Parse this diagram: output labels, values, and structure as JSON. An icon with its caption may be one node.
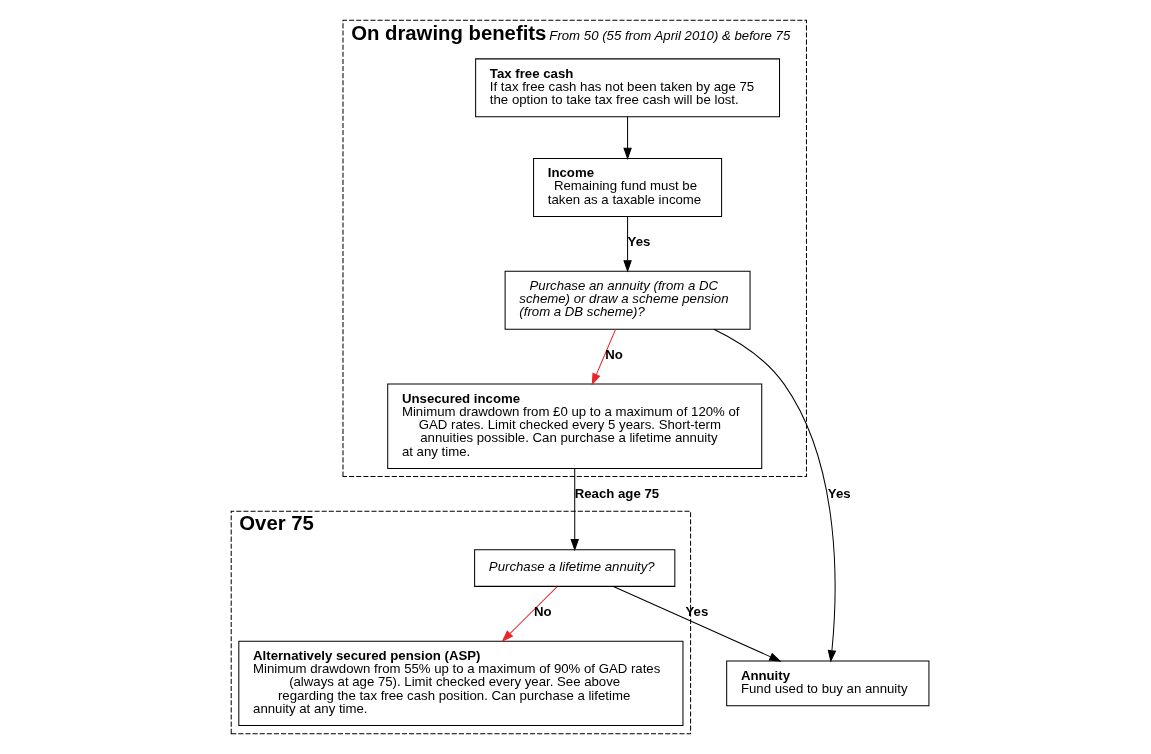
{
  "diagram": {
    "nodes": [
      {
        "text": [
          "On drawing benefits",
          "From 50 (55 from April 2010) & before 75"
        ]
      },
      {
        "text": [
          "Tax free cash",
          "If tax free cash has not been taken by age 75 the option to take tax free cash will be lost."
        ],
        "in": 0
      },
      {
        "text": [
          "Income",
          "Remaining fund must be taken as a taxable income"
        ],
        "in": 0
      },
      {
        "text": [
          "Purchase an annuity (from a DC scheme) or draw a scheme pension (from a DB scheme)?"
        ],
        "in": 0
      },
      {
        "text": [
          "Unsecured income",
          "Minimum drawdown from £0 up to a maximum of 120% of GAD rates. Limit checked every 5 years. Short-term annuities possible. Can purchase a lifetime annuity at any time."
        ],
        "in": 0
      },
      {
        "text": [
          "Over 75"
        ]
      },
      {
        "text": [
          "Annuity",
          "Fund used to buy an annuity"
        ]
      },
      {
        "text": [
          "Purchase a lifetime annuity?"
        ],
        "in": 5
      },
      {
        "text": [
          "Alternatively secured pension (ASP)",
          "Minimum drawdown from 55% up to a maximum of 90% of GAD rates (always at age 75). Limit checked every year. See above regarding the tax free cash position. Can purchase a lifetime annuity at any time."
        ],
        "in": 5
      }
    ],
    "edges": [
      {
        "from": 1,
        "to": 2,
        "arrow": "to"
      },
      {
        "from": 2,
        "to": 3,
        "arrow": "to",
        "label": "Yes"
      },
      {
        "from": 3,
        "to": 4,
        "arrow": "to",
        "label": "No",
        "color": "#e8262a"
      },
      {
        "from": 3,
        "to": 6,
        "arrow": "to",
        "label": "Yes"
      },
      {
        "from": 4,
        "to": 7,
        "arrow": "to",
        "label": "Reach age 75"
      },
      {
        "from": 7,
        "to": 6,
        "arrow": "to",
        "label": "Yes"
      },
      {
        "from": 7,
        "to": 8,
        "arrow": "to",
        "label": "No",
        "color": "#e8262a"
      }
    ]
  }
}
